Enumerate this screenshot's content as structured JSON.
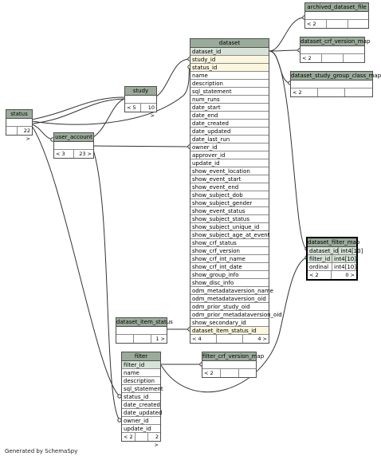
{
  "footer": "Generated by SchemaSpy",
  "tables": {
    "archived_dataset_file": {
      "name": "archived_dataset_file",
      "parents": "< 2",
      "children": ""
    },
    "dataset_crf_version_map": {
      "name": "dataset_crf_version_map",
      "parents": "< 2",
      "children": ""
    },
    "dataset_study_group_class_map": {
      "name": "dataset_study_group_class_map",
      "parents": "< 2",
      "children": ""
    },
    "study": {
      "name": "study",
      "parents": "< 5",
      "children": "10 >"
    },
    "status": {
      "name": "status",
      "parents": "",
      "children": "22 >"
    },
    "user_account": {
      "name": "user_account",
      "parents": "< 3",
      "children": "23 >"
    },
    "dataset": {
      "name": "dataset",
      "columns": [
        "dataset_id",
        "study_id",
        "status_id",
        "name",
        "description",
        "sql_statement",
        "num_runs",
        "date_start",
        "date_end",
        "date_created",
        "date_updated",
        "date_last_run",
        "owner_id",
        "approver_id",
        "update_id",
        "show_event_location",
        "show_event_start",
        "show_event_end",
        "show_subject_dob",
        "show_subject_gender",
        "show_event_status",
        "show_subject_status",
        "show_subject_unique_id",
        "show_subject_age_at_event",
        "show_crf_status",
        "show_crf_version",
        "show_crf_int_name",
        "show_crf_int_date",
        "show_group_info",
        "show_disc_info",
        "odm_metadataversion_name",
        "odm_metadataversion_oid",
        "odm_prior_study_oid",
        "odm_prior_metadataversion_oid",
        "show_secondary_id",
        "dataset_item_status_id"
      ],
      "parents": "< 4",
      "children": "4 >"
    },
    "dataset_filter_map": {
      "name": "dataset_filter_map",
      "columns": [
        {
          "name": "dataset_id",
          "type": "int4[10]"
        },
        {
          "name": "filter_id",
          "type": "int4[10]"
        },
        {
          "name": "ordinal",
          "type": "int4[10]"
        }
      ],
      "parents": "< 2",
      "children": "0 >"
    },
    "dataset_item_status": {
      "name": "dataset_item_status",
      "parents": "",
      "children": "1 >"
    },
    "filter": {
      "name": "filter",
      "columns": [
        "filter_id",
        "name",
        "description",
        "sql_statement",
        "status_id",
        "date_created",
        "date_updated",
        "owner_id",
        "update_id"
      ],
      "parents": "< 2",
      "children": "2 >"
    },
    "filter_crf_version_map": {
      "name": "filter_crf_version_map",
      "parents": "< 2",
      "children": ""
    }
  },
  "colors": {
    "header": "#9aab9a",
    "pk_row": "#d6e2d6",
    "fk_row": "#fbf7df",
    "wire": "#333333"
  }
}
